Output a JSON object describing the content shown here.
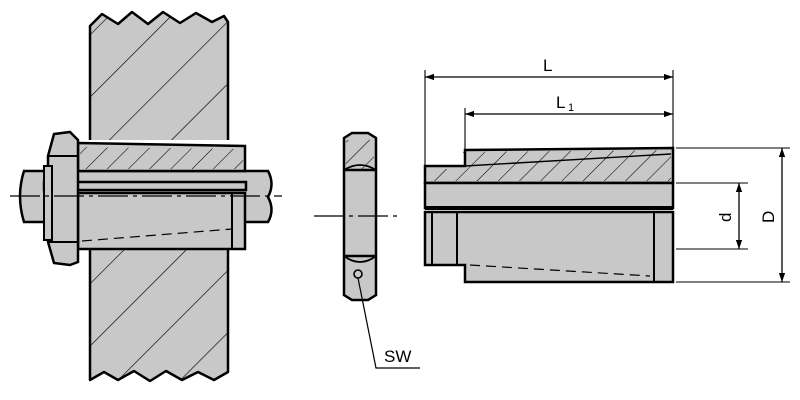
{
  "labels": {
    "length_overall": "L",
    "length_1_base": "L",
    "length_1_sub": "1",
    "inner_diameter": "d",
    "outer_diameter": "D",
    "wrench_size": "SW"
  },
  "colors": {
    "part_fill": "#c8c8c8",
    "outline": "#000000",
    "background": "#ffffff"
  }
}
